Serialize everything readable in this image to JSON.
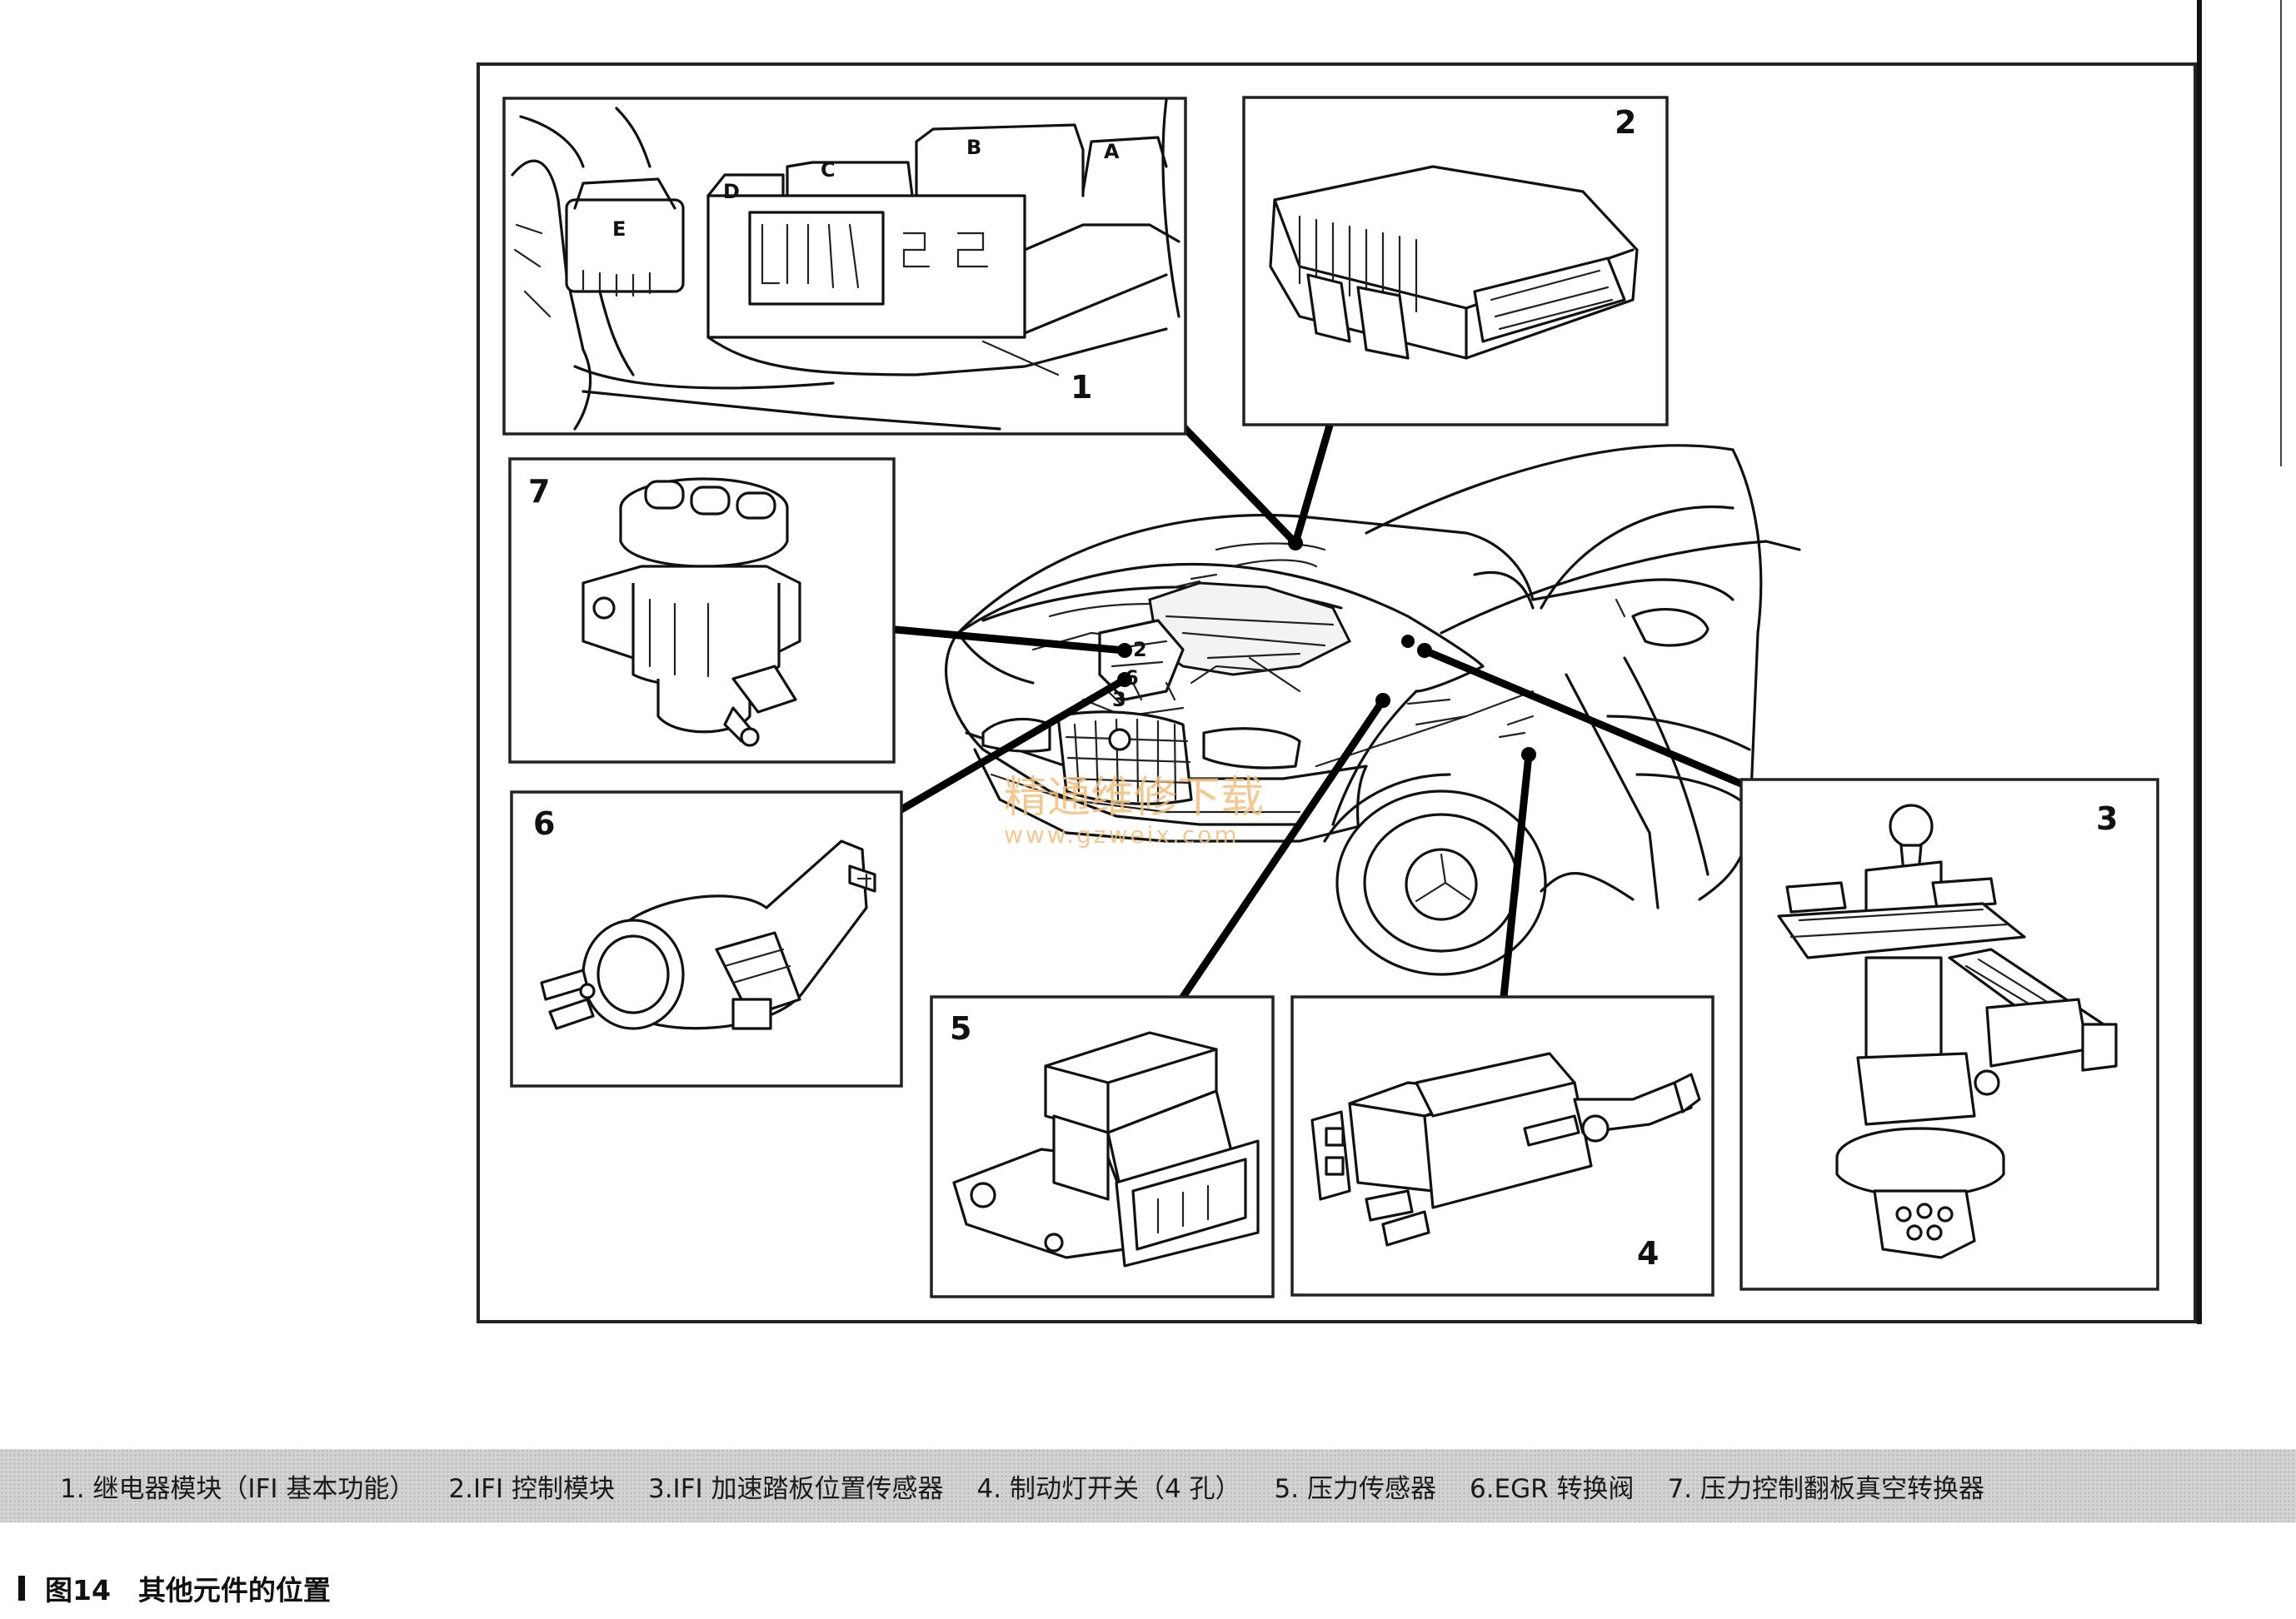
{
  "callouts": {
    "panel_1": "1",
    "panel_2": "2",
    "panel_3": "3",
    "panel_4": "4",
    "panel_5": "5",
    "panel_6": "6",
    "panel_7": "7",
    "relay_lead": "1"
  },
  "connectors": {
    "a": "A",
    "b": "B",
    "c": "C",
    "d": "D",
    "e": "E"
  },
  "watermark": {
    "name": "精通维修下载",
    "url": "www.gzweix.com"
  },
  "legend": [
    "1. 继电器模块（IFI 基本功能）",
    "2.IFI 控制模块",
    "3.IFI 加速踏板位置传感器",
    "4. 制动灯开关（4 孔）",
    "5. 压力传感器",
    "6.EGR 转换阀",
    "7. 压力控制翻板真空转换器"
  ],
  "caption": "图14　其他元件的位置"
}
